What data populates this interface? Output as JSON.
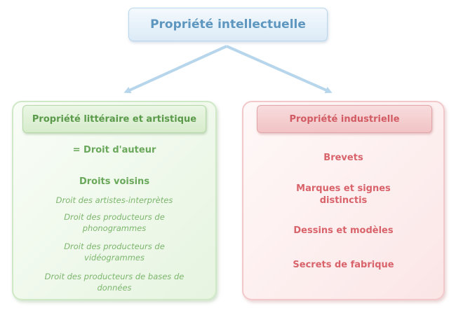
{
  "root": {
    "title": "Propriété intellectuelle"
  },
  "left": {
    "header": "Propriété littéraire et artistique",
    "droit_auteur": "= Droit d'auteur",
    "droits_voisins_title": "Droits voisins",
    "droits_voisins_items": [
      "Droit des artistes-interprètes",
      "Droit des producteurs de",
      "phonogrammes",
      "Droit des producteurs de",
      "vidéogrammes",
      "Droit des producteurs de bases de",
      "données"
    ]
  },
  "right": {
    "header": "Propriété industrielle",
    "items": [
      "Brevets",
      "Marques et signes",
      "distinctis",
      "Dessins et modèles",
      "Secrets de fabrique"
    ]
  },
  "colors": {
    "blue": "#5d96bf",
    "green": "#69a85a",
    "red": "#d9636b"
  }
}
